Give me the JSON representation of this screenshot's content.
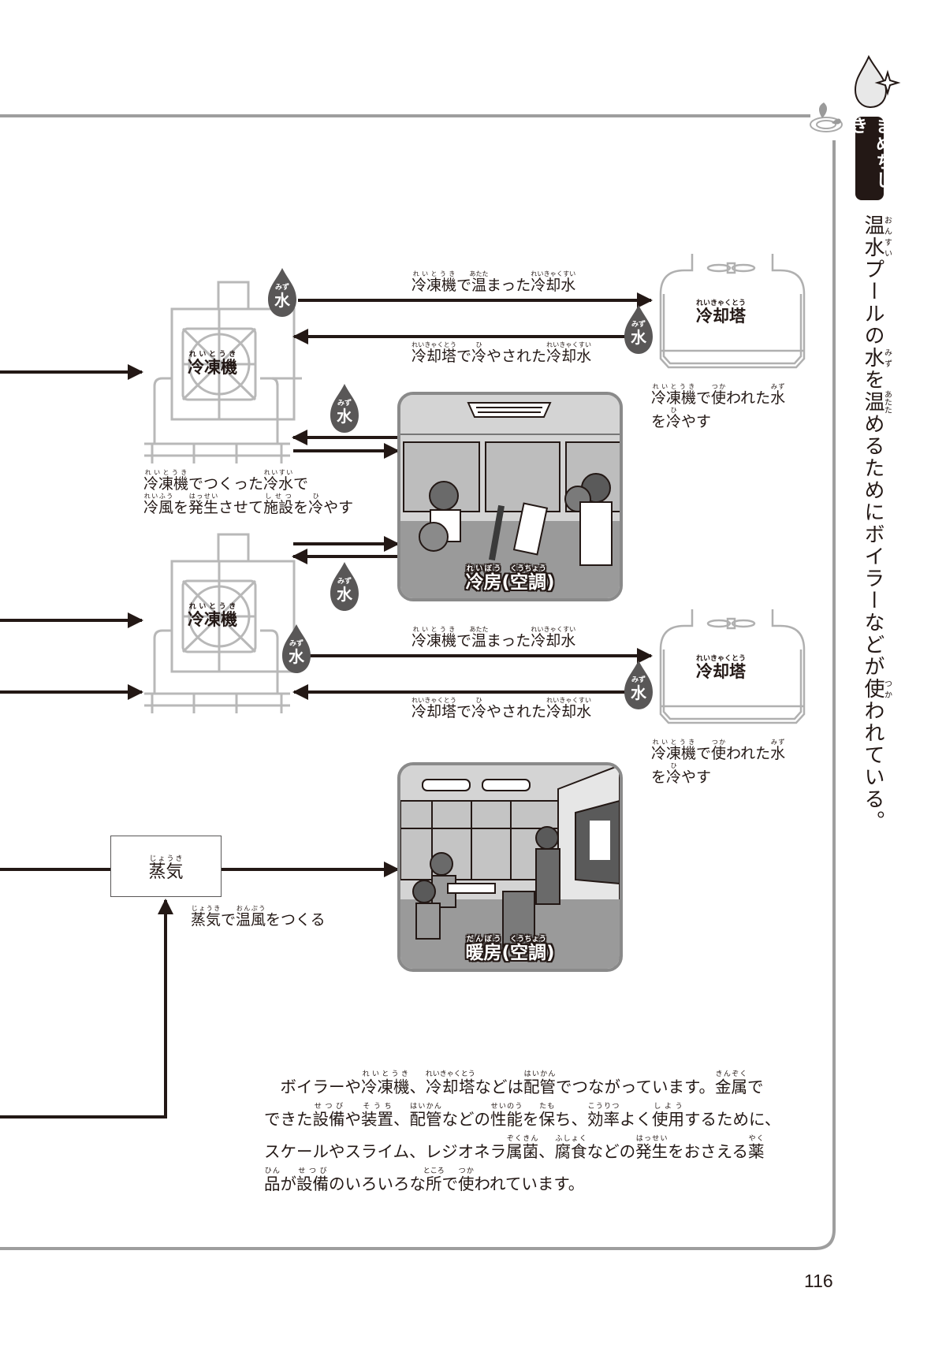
{
  "page": {
    "number": "116"
  },
  "sidebar": {
    "tab_label": "まめちしき",
    "trivia": [
      {
        "base": "温水",
        "ruby": "おんすい"
      },
      {
        "base": "プールの",
        "ruby": ""
      },
      {
        "base": "水",
        "ruby": "みず"
      },
      {
        "base": "を",
        "ruby": ""
      },
      {
        "base": "温",
        "ruby": "あたた"
      },
      {
        "base": "めるためにボイラーなどが",
        "ruby": ""
      },
      {
        "base": "使",
        "ruby": "つか"
      },
      {
        "base": "われている。",
        "ruby": ""
      }
    ]
  },
  "water_badge": {
    "ruby": "みず",
    "kanji": "水"
  },
  "units": {
    "refrigerator": {
      "base": "冷凍機",
      "ruby": "れいとうき"
    },
    "cooling_tower": {
      "base": "冷却塔",
      "ruby": "れいきゃくとう"
    },
    "steam": {
      "base": "蒸気",
      "ruby": "じょうき"
    }
  },
  "labels": {
    "warmed_cooling_water": [
      {
        "base": "冷凍機",
        "ruby": "れいとうき"
      },
      {
        "base": "で",
        "ruby": ""
      },
      {
        "base": "温",
        "ruby": "あたた"
      },
      {
        "base": "まった",
        "ruby": ""
      },
      {
        "base": "冷却水",
        "ruby": "れいきゃくすい"
      }
    ],
    "cooled_cooling_water": [
      {
        "base": "冷却塔",
        "ruby": "れいきゃくとう"
      },
      {
        "base": "で",
        "ruby": ""
      },
      {
        "base": "冷",
        "ruby": "ひ"
      },
      {
        "base": "やされた",
        "ruby": ""
      },
      {
        "base": "冷却水",
        "ruby": "れいきゃくすい"
      }
    ],
    "tower_note_line1": [
      {
        "base": "冷凍機",
        "ruby": "れいとうき"
      },
      {
        "base": "で",
        "ruby": ""
      },
      {
        "base": "使",
        "ruby": "つか"
      },
      {
        "base": "われた",
        "ruby": ""
      },
      {
        "base": "水",
        "ruby": "みず"
      }
    ],
    "tower_note_line2": [
      {
        "base": "を",
        "ruby": ""
      },
      {
        "base": "冷",
        "ruby": "ひ"
      },
      {
        "base": "やす",
        "ruby": ""
      }
    ],
    "chiller_note_line1": [
      {
        "base": "冷凍機",
        "ruby": "れいとうき"
      },
      {
        "base": "でつくった",
        "ruby": ""
      },
      {
        "base": "冷水",
        "ruby": "れいすい"
      },
      {
        "base": "で",
        "ruby": ""
      }
    ],
    "chiller_note_line2": [
      {
        "base": "冷風",
        "ruby": "れいふう"
      },
      {
        "base": "を",
        "ruby": ""
      },
      {
        "base": "発生",
        "ruby": "はっせい"
      },
      {
        "base": "させて",
        "ruby": ""
      },
      {
        "base": "施設",
        "ruby": "しせつ"
      },
      {
        "base": "を",
        "ruby": ""
      },
      {
        "base": "冷",
        "ruby": "ひ"
      },
      {
        "base": "やす",
        "ruby": ""
      }
    ],
    "steam_note": [
      {
        "base": "蒸気",
        "ruby": "じょうき"
      },
      {
        "base": "で",
        "ruby": ""
      },
      {
        "base": "温風",
        "ruby": "おんぷう"
      },
      {
        "base": "をつくる",
        "ruby": ""
      }
    ]
  },
  "scenes": {
    "cooling": {
      "label": [
        {
          "base": "冷房",
          "ruby": "れいぼう"
        },
        {
          "base": "(",
          "ruby": ""
        },
        {
          "base": "空調",
          "ruby": "くうちょう"
        },
        {
          "base": ")",
          "ruby": ""
        }
      ]
    },
    "heating": {
      "label": [
        {
          "base": "暖房",
          "ruby": "だんぼう"
        },
        {
          "base": "(",
          "ruby": ""
        },
        {
          "base": "空調",
          "ruby": "くうちょう"
        },
        {
          "base": ")",
          "ruby": ""
        }
      ]
    }
  },
  "body_text": [
    [
      {
        "base": "　ボイラーや",
        "ruby": ""
      },
      {
        "base": "冷凍機",
        "ruby": "れいとうき"
      },
      {
        "base": "、",
        "ruby": ""
      },
      {
        "base": "冷却塔",
        "ruby": "れいきゃくとう"
      },
      {
        "base": "などは",
        "ruby": ""
      },
      {
        "base": "配管",
        "ruby": "はいかん"
      },
      {
        "base": "でつながっています。",
        "ruby": ""
      },
      {
        "base": "金属",
        "ruby": "きんぞく"
      },
      {
        "base": "で",
        "ruby": ""
      }
    ],
    [
      {
        "base": "できた",
        "ruby": ""
      },
      {
        "base": "設備",
        "ruby": "せつび"
      },
      {
        "base": "や",
        "ruby": ""
      },
      {
        "base": "装置",
        "ruby": "そうち"
      },
      {
        "base": "、",
        "ruby": ""
      },
      {
        "base": "配管",
        "ruby": "はいかん"
      },
      {
        "base": "などの",
        "ruby": ""
      },
      {
        "base": "性能",
        "ruby": "せいのう"
      },
      {
        "base": "を",
        "ruby": ""
      },
      {
        "base": "保",
        "ruby": "たも"
      },
      {
        "base": "ち、",
        "ruby": ""
      },
      {
        "base": "効率",
        "ruby": "こうりつ"
      },
      {
        "base": "よく",
        "ruby": ""
      },
      {
        "base": "使用",
        "ruby": "しよう"
      },
      {
        "base": "するために、",
        "ruby": ""
      }
    ],
    [
      {
        "base": "スケールやスライム、レジオネラ",
        "ruby": ""
      },
      {
        "base": "属菌",
        "ruby": "ぞくきん"
      },
      {
        "base": "、",
        "ruby": ""
      },
      {
        "base": "腐食",
        "ruby": "ふしょく"
      },
      {
        "base": "などの",
        "ruby": ""
      },
      {
        "base": "発生",
        "ruby": "はっせい"
      },
      {
        "base": "をおさえる",
        "ruby": ""
      },
      {
        "base": "薬",
        "ruby": "やく"
      }
    ],
    [
      {
        "base": "品",
        "ruby": "ひん"
      },
      {
        "base": "が",
        "ruby": ""
      },
      {
        "base": "設備",
        "ruby": "せつび"
      },
      {
        "base": "のいろいろな",
        "ruby": ""
      },
      {
        "base": "所",
        "ruby": "ところ"
      },
      {
        "base": "で",
        "ruby": ""
      },
      {
        "base": "使",
        "ruby": "つか"
      },
      {
        "base": "われています。",
        "ruby": ""
      }
    ]
  ]
}
